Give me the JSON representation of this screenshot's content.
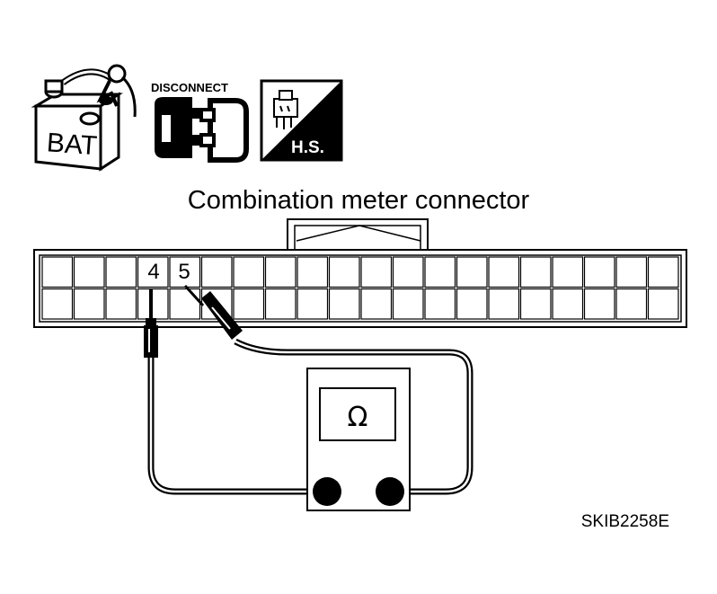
{
  "icons": {
    "battery_label": "BAT",
    "disconnect_label": "DISCONNECT",
    "hs_label": "H.S."
  },
  "connector": {
    "title": "Combination meter connector",
    "pin_labels": [
      "4",
      "5"
    ]
  },
  "meter": {
    "symbol": "Ω"
  },
  "reference_code": "SKIB2258E"
}
